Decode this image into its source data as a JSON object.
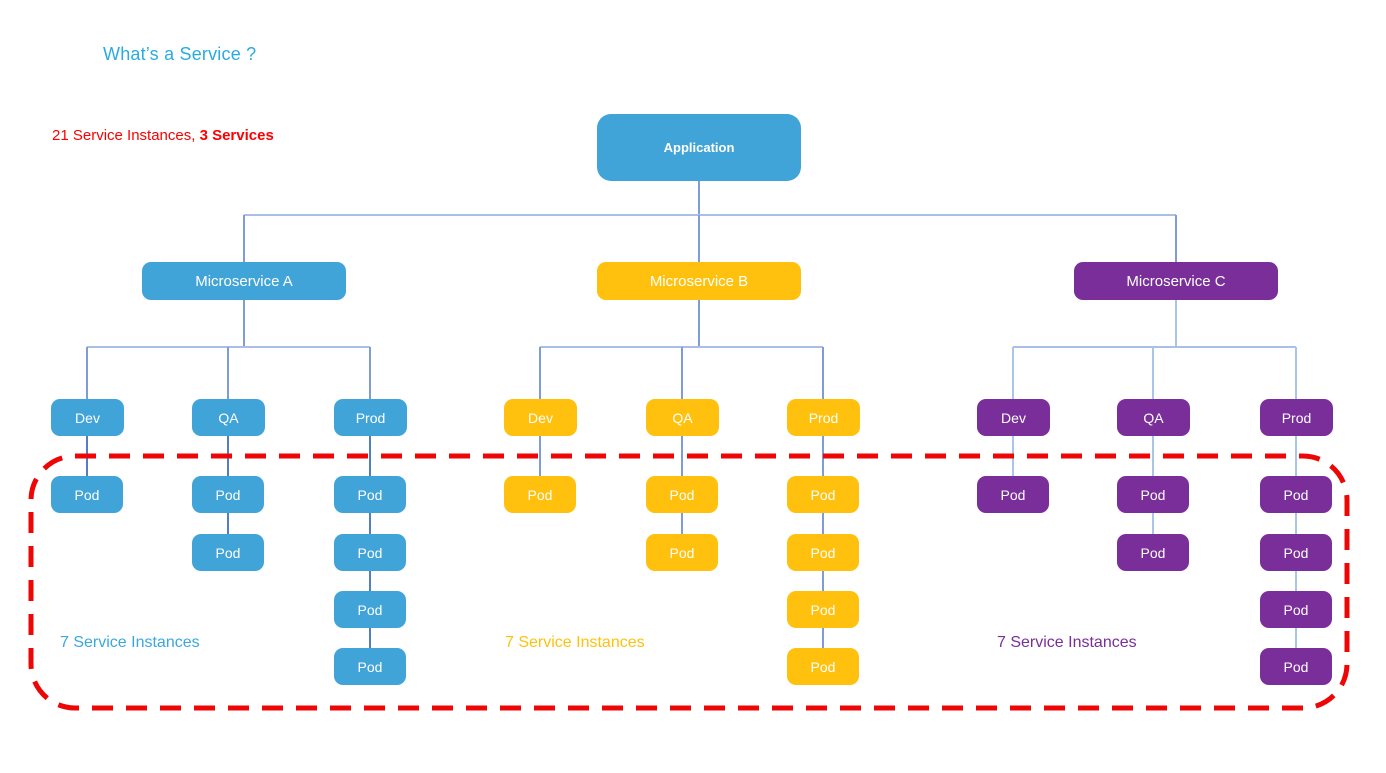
{
  "title": "What’s a Service ?",
  "subtitle": {
    "prefix": "21 Service Instances, ",
    "bold": "3 Services"
  },
  "root": {
    "label": "Application"
  },
  "labels": {
    "pod": "Pod"
  },
  "groups": [
    {
      "name": "Microservice A",
      "color": "#40A4D8",
      "instances_label": "7 Service Instances",
      "envs": [
        {
          "label": "Dev",
          "pods": 1
        },
        {
          "label": "QA",
          "pods": 2
        },
        {
          "label": "Prod",
          "pods": 4
        }
      ]
    },
    {
      "name": "Microservice B",
      "color": "#FFC10E",
      "instances_label": "7 Service Instances",
      "envs": [
        {
          "label": "Dev",
          "pods": 1
        },
        {
          "label": "QA",
          "pods": 2
        },
        {
          "label": "Prod",
          "pods": 4
        }
      ]
    },
    {
      "name": "Microservice C",
      "color": "#7A2E99",
      "instances_label": "7 Service Instances",
      "envs": [
        {
          "label": "Dev",
          "pods": 1
        },
        {
          "label": "QA",
          "pods": 2
        },
        {
          "label": "Prod",
          "pods": 4
        }
      ]
    }
  ],
  "totals": {
    "service_instances": 21,
    "services": 3,
    "instances_per_service": 7
  },
  "colors": {
    "title_text": "#29ABE2",
    "alert_text": "#FF0000",
    "blue": "#40A4D8",
    "yellow": "#FFC10E",
    "purple": "#7A2E99",
    "connector": "#7E9CD8",
    "connector_light": "#A9BFE5",
    "dashed_boundary": "#EE0505",
    "node_text": "#FFFFFF"
  }
}
